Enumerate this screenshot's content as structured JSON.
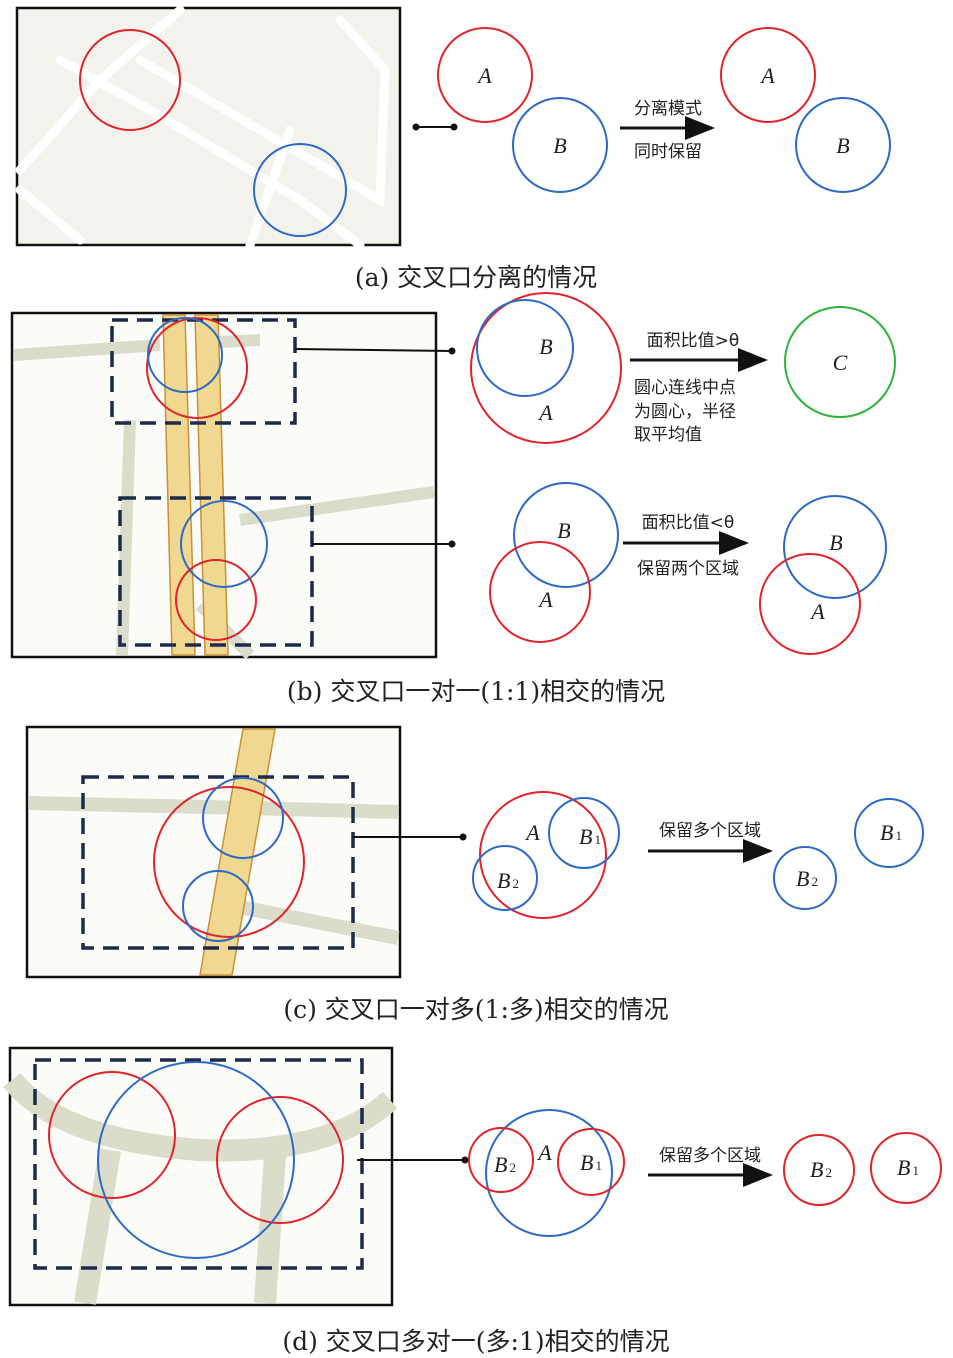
{
  "colors": {
    "region_a": "#e0242a",
    "region_b": "#2c6ac8",
    "merged": "#2fb33a",
    "box": "#1d2a4a",
    "road": "#f0d890"
  },
  "panel_a": {
    "caption": "(a) 交叉口分离的情况",
    "arrow_top": "分离模式",
    "arrow_bottom": "同时保留",
    "label_a": "A",
    "label_b": "B"
  },
  "panel_b": {
    "caption": "(b) 交叉口一对一(1:1)相交的情况",
    "case1": {
      "arrow_top": "面积比值>θ",
      "note_lines": [
        "圆心连线中点",
        "为圆心，半径",
        "取平均值"
      ],
      "label_a": "A",
      "label_b": "B",
      "label_c": "C"
    },
    "case2": {
      "arrow_top": "面积比值<θ",
      "arrow_bottom": "保留两个区域",
      "label_a": "A",
      "label_b": "B"
    }
  },
  "panel_c": {
    "caption": "(c) 交叉口一对多(1:多)相交的情况",
    "arrow_top": "保留多个区域",
    "label_a": "A",
    "label_b": "B",
    "sub1": "1",
    "sub2": "2"
  },
  "panel_d": {
    "caption": "(d) 交叉口多对一(多:1)相交的情况",
    "arrow_top": "保留多个区域",
    "label_a": "A",
    "label_b": "B",
    "sub1": "1",
    "sub2": "2"
  }
}
